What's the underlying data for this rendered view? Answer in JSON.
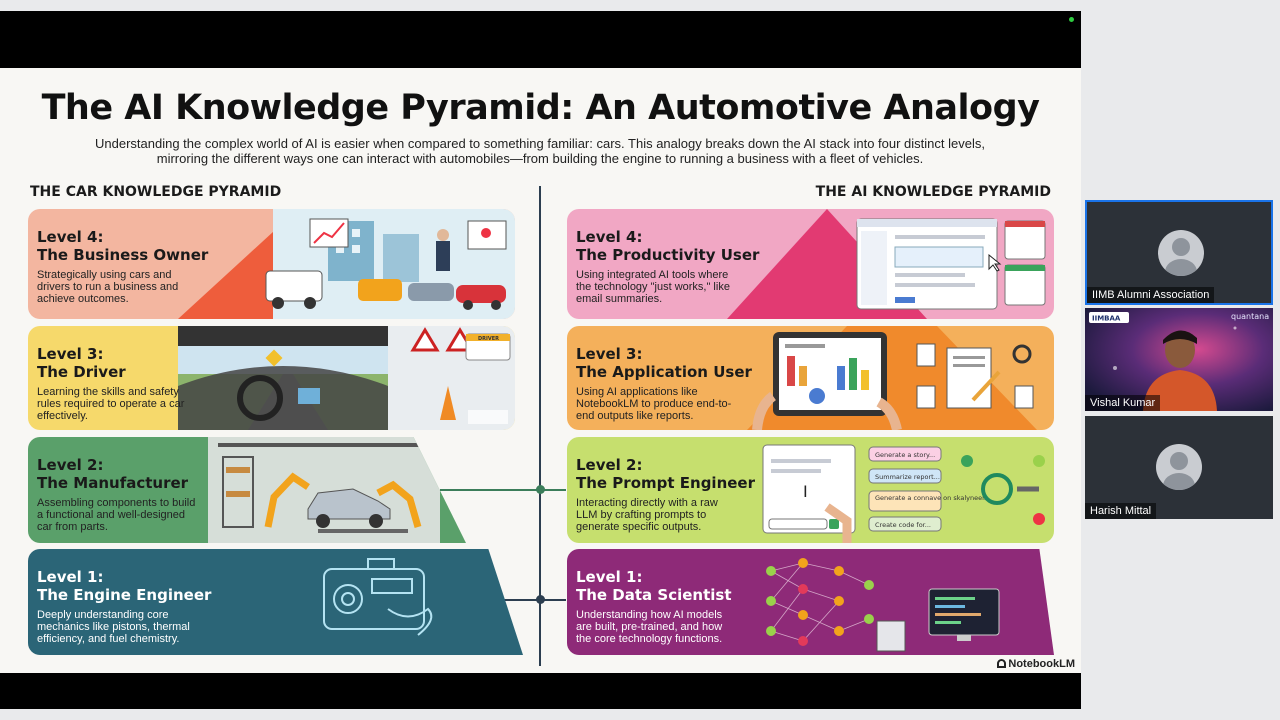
{
  "slide": {
    "title": "The AI Knowledge Pyramid: An Automotive Analogy",
    "subtitle": "Understanding the complex world of AI is easier when compared to something familiar: cars. This analogy breaks down the AI stack into four distinct levels, mirroring the different ways one can interact with automobiles—from building the engine to running a business with a fleet of vehicles.",
    "left_heading": "THE CAR KNOWLEDGE PYRAMID",
    "right_heading": "THE AI KNOWLEDGE PYRAMID",
    "brand": "NotebookLM"
  },
  "car_levels": [
    {
      "level": "Level 4:",
      "name": "The Business Owner",
      "desc": "Strategically using cars and drivers to run a business and achieve outcomes."
    },
    {
      "level": "Level 3:",
      "name": "The Driver",
      "desc": "Learning the skills and safety rules required to operate a car effectively."
    },
    {
      "level": "Level 2:",
      "name": "The Manufacturer",
      "desc": "Assembling components to build a functional and well-designed car from parts."
    },
    {
      "level": "Level 1:",
      "name": "The Engine Engineer",
      "desc": "Deeply understanding core mechanics like pistons, thermal efficiency, and fuel chemistry."
    }
  ],
  "ai_levels": [
    {
      "level": "Level 4:",
      "name": "The Productivity User",
      "desc": "Using integrated AI tools where the technology \"just works,\" like email summaries."
    },
    {
      "level": "Level 3:",
      "name": "The Application User",
      "desc": "Using AI applications like NotebookLM to produce end-to-end outputs like reports."
    },
    {
      "level": "Level 2:",
      "name": "The Prompt Engineer",
      "desc": "Interacting directly with a raw LLM by crafting prompts to generate specific outputs."
    },
    {
      "level": "Level 1:",
      "name": "The Data Scientist",
      "desc": "Understanding how AI models are built, pre-trained, and how the core technology functions."
    }
  ],
  "prompt_chips": [
    "Generate a story...",
    "Summarize report...",
    "Generate a connave on skalyneel...",
    "Create code for..."
  ],
  "driver_badge": "DRIVER",
  "participants": [
    {
      "name": "IIMB Alumni Association"
    },
    {
      "name": "Vishal Kumar",
      "badge": "IIMBAA",
      "brand": "quantana"
    },
    {
      "name": "Harish Mittal"
    }
  ],
  "colors": {
    "level4_car": "#f2b39e",
    "level3_car": "#f6d96b",
    "level2_car": "#5aa06a",
    "level1_car": "#2b6577",
    "level4_ai": "#f1a7c4",
    "level3_ai": "#f4b05b",
    "level2_ai": "#c6df6e",
    "level1_ai": "#8e2a78",
    "active_speaker": "#1a73e8"
  },
  "icons": [
    "person-silhouette-icon",
    "cursor-arrow-icon",
    "notebooklm-logo-icon"
  ]
}
